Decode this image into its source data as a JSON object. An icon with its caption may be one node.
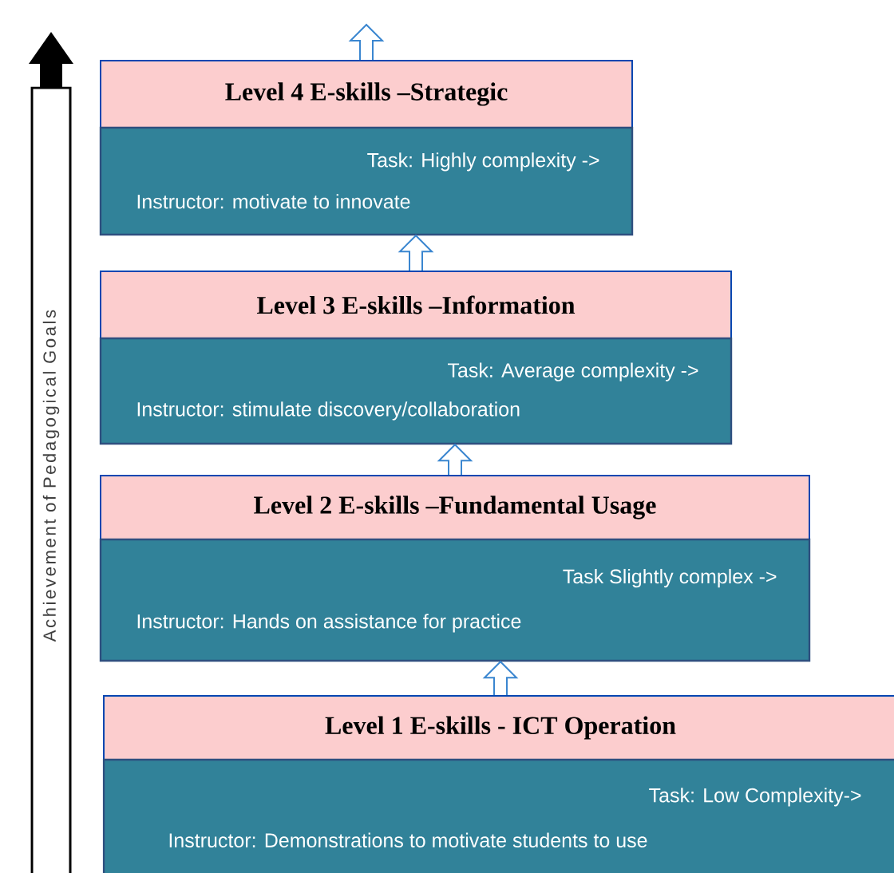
{
  "diagram": {
    "nodes": [
      {
        "text": [
          "Achievement of Pedagogical Goals"
        ]
      },
      {
        "text": [
          "Level 4 E-skills –Strategic"
        ]
      },
      {
        "text": [
          "Task: Highly complexity ->",
          "Instructor: motivate to innovate"
        ]
      },
      {
        "text": [
          "Level 3 E-skills –Information"
        ]
      },
      {
        "text": [
          "Task: Average complexity ->",
          "Instructor: stimulate discovery/collaboration"
        ]
      },
      {
        "text": [
          "Level 2 E-skills –Fundamental Usage"
        ]
      },
      {
        "text": [
          "Task Slightly complex ->",
          "Instructor: Hands on assistance for practice"
        ]
      },
      {
        "text": [
          "Level 1 E-skills - ICT Operation"
        ]
      },
      {
        "text": [
          "Task: Low Complexity->",
          "Instructor: Demonstrations to motivate students to use"
        ]
      }
    ],
    "edges": [
      {
        "from": 1,
        "to": null,
        "arrow": "to"
      },
      {
        "from": 3,
        "to": 2,
        "arrow": "to"
      },
      {
        "from": 5,
        "to": 4,
        "arrow": "to"
      },
      {
        "from": 7,
        "to": 6,
        "arrow": "to"
      }
    ]
  }
}
